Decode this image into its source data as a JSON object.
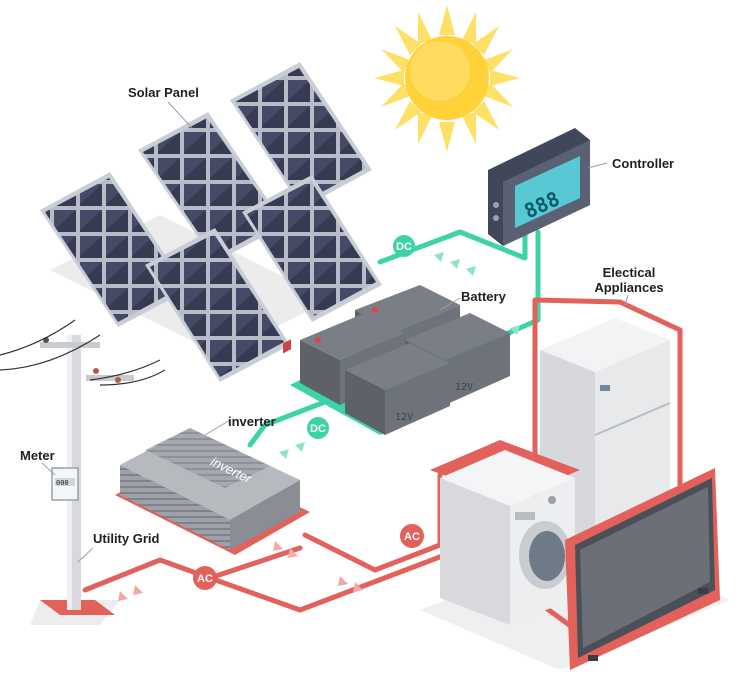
{
  "labels": {
    "solar_panel": "Solar Panel",
    "controller": "Controller",
    "battery": "Battery",
    "electrical_appliances_line1": "Electical",
    "electrical_appliances_line2": "Appliances",
    "inverter": "inverter",
    "meter": "Meter",
    "utility_grid": "Utility Grid"
  },
  "badges": {
    "dc_top": "DC",
    "dc_bottom": "DC",
    "ac_right": "AC",
    "ac_left": "AC"
  },
  "device_text": {
    "controller_display": "888",
    "battery_rating": "12V",
    "inverter_brand": "inverter",
    "meter_display": "000"
  },
  "colors": {
    "dc_line": "#3ed3a6",
    "ac_line": "#e2615b",
    "sun": "#ffd84a",
    "panel_cell": "#3a3f55",
    "battery_body": "#6b6f77",
    "controller_screen": "#58c9d4"
  }
}
